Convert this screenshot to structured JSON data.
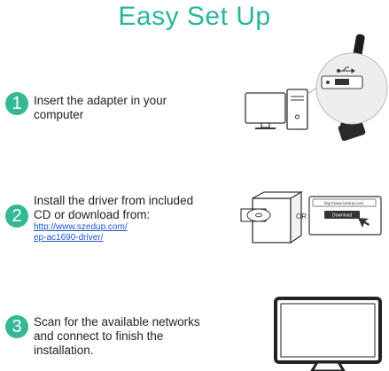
{
  "title": "Easy Set Up",
  "steps": [
    {
      "number": "1",
      "text": "Insert the adapter in your computer"
    },
    {
      "number": "2",
      "text": "Install the driver from included CD or download from:",
      "link1": "http://www.szedup.com/",
      "link2": "ep-ac1690-driver/"
    },
    {
      "number": "3",
      "text": "Scan for the available networks and connect to finish the installation."
    }
  ],
  "illustrations": {
    "or_label": "OR",
    "browser_url": "http://www.szedup.com/",
    "download_label": "Download",
    "usb_icon": "usb-icon"
  },
  "colors": {
    "accent": "#34b896",
    "title": "#2bb59a",
    "link": "#1a55c9"
  }
}
